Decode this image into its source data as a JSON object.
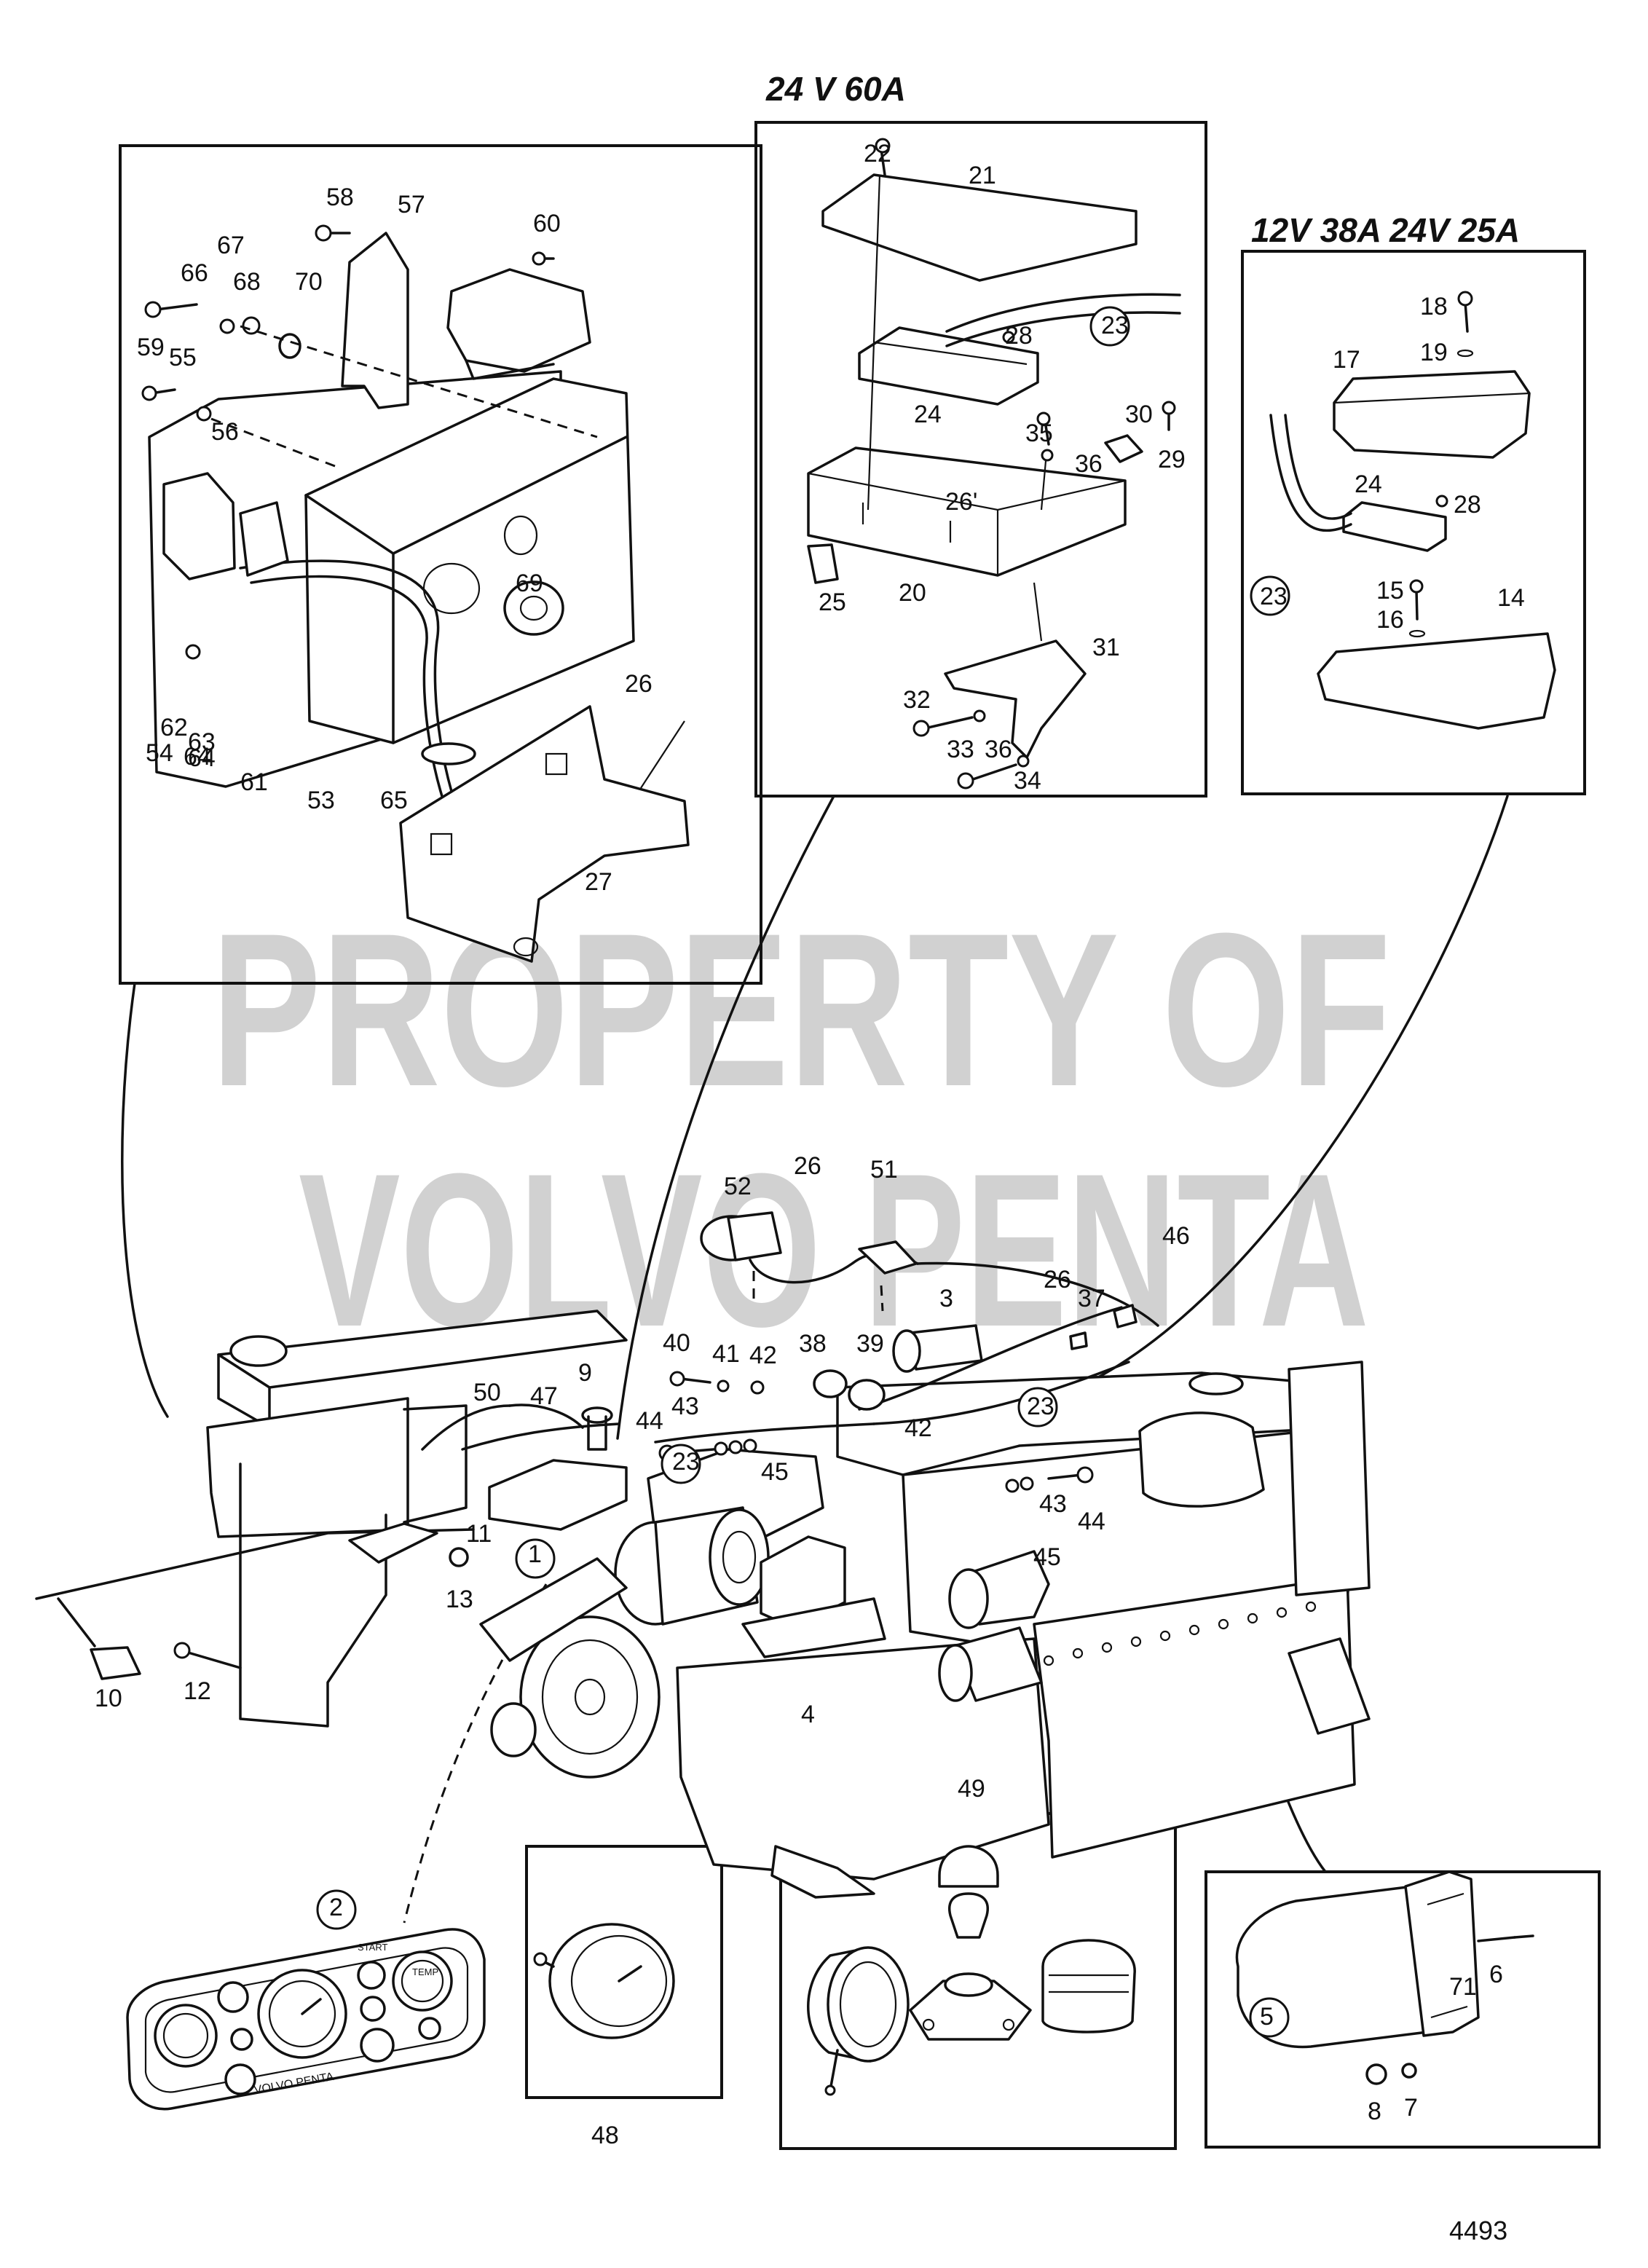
{
  "headers": {
    "box_24v60a": "24 V 60A",
    "box_12v38a_24v25a": "12V 38A  24V 25A"
  },
  "watermark": {
    "line1": "PROPERTY OF",
    "line2": "VOLVO PENTA"
  },
  "instrument_panel": {
    "brand_text": "VOLVO PENTA",
    "start_label": "START",
    "temp_label": "TEMP"
  },
  "figure_number": "4493",
  "labels": {
    "left_box": [
      "58",
      "57",
      "60",
      "67",
      "66",
      "68",
      "70",
      "59",
      "55",
      "56",
      "64",
      "63",
      "69",
      "62",
      "54",
      "64",
      "61",
      "53",
      "65",
      "26",
      "27"
    ],
    "mid_box": [
      "22",
      "21",
      "28",
      "23",
      "24",
      "30",
      "35",
      "36",
      "29",
      "26'",
      "20",
      "25",
      "31",
      "32",
      "33",
      "36",
      "34"
    ],
    "right_box": [
      "18",
      "17",
      "19",
      "24",
      "28",
      "23",
      "15",
      "16",
      "14"
    ],
    "main": [
      "52",
      "26",
      "51",
      "26",
      "46",
      "3",
      "37",
      "40",
      "41",
      "42",
      "38",
      "39",
      "9",
      "50",
      "47",
      "44",
      "43",
      "45",
      "23",
      "42",
      "23",
      "1",
      "11",
      "13",
      "10",
      "12",
      "4",
      "43",
      "44",
      "45",
      "2",
      "49",
      "48",
      "5",
      "6",
      "71",
      "8",
      "7"
    ]
  }
}
